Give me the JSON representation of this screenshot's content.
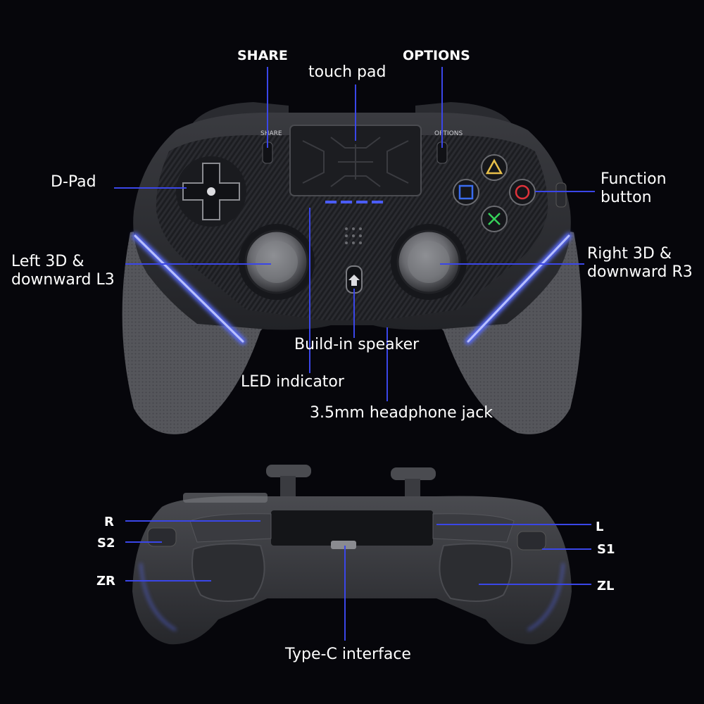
{
  "labels": {
    "share": "SHARE",
    "options": "OPTIONS",
    "touch_pad": "touch pad",
    "d_pad": "D-Pad",
    "function_button_line1": "Function",
    "function_button_line2": "button",
    "left_3d_line1": "Left 3D &",
    "left_3d_line2": "downward L3",
    "right_3d_line1": "Right 3D &",
    "right_3d_line2": "downward R3",
    "speaker": "Build-in speaker",
    "led": "LED indicator",
    "headphone": "3.5mm headphone jack",
    "r": "R",
    "s2": "S2",
    "zr": "ZR",
    "l": "L",
    "s1": "S1",
    "zl": "ZL",
    "type_c": "Type-C interface"
  },
  "controller_print": {
    "share": "SHARE",
    "options": "OPTIONS"
  },
  "colors": {
    "background": "#06060b",
    "leader_line": "#3a46e8",
    "led_strip": "#5a6cff",
    "triangle": "#e8c04a",
    "circle": "#e0323a",
    "cross": "#36d05a",
    "square": "#3a6cf0"
  }
}
